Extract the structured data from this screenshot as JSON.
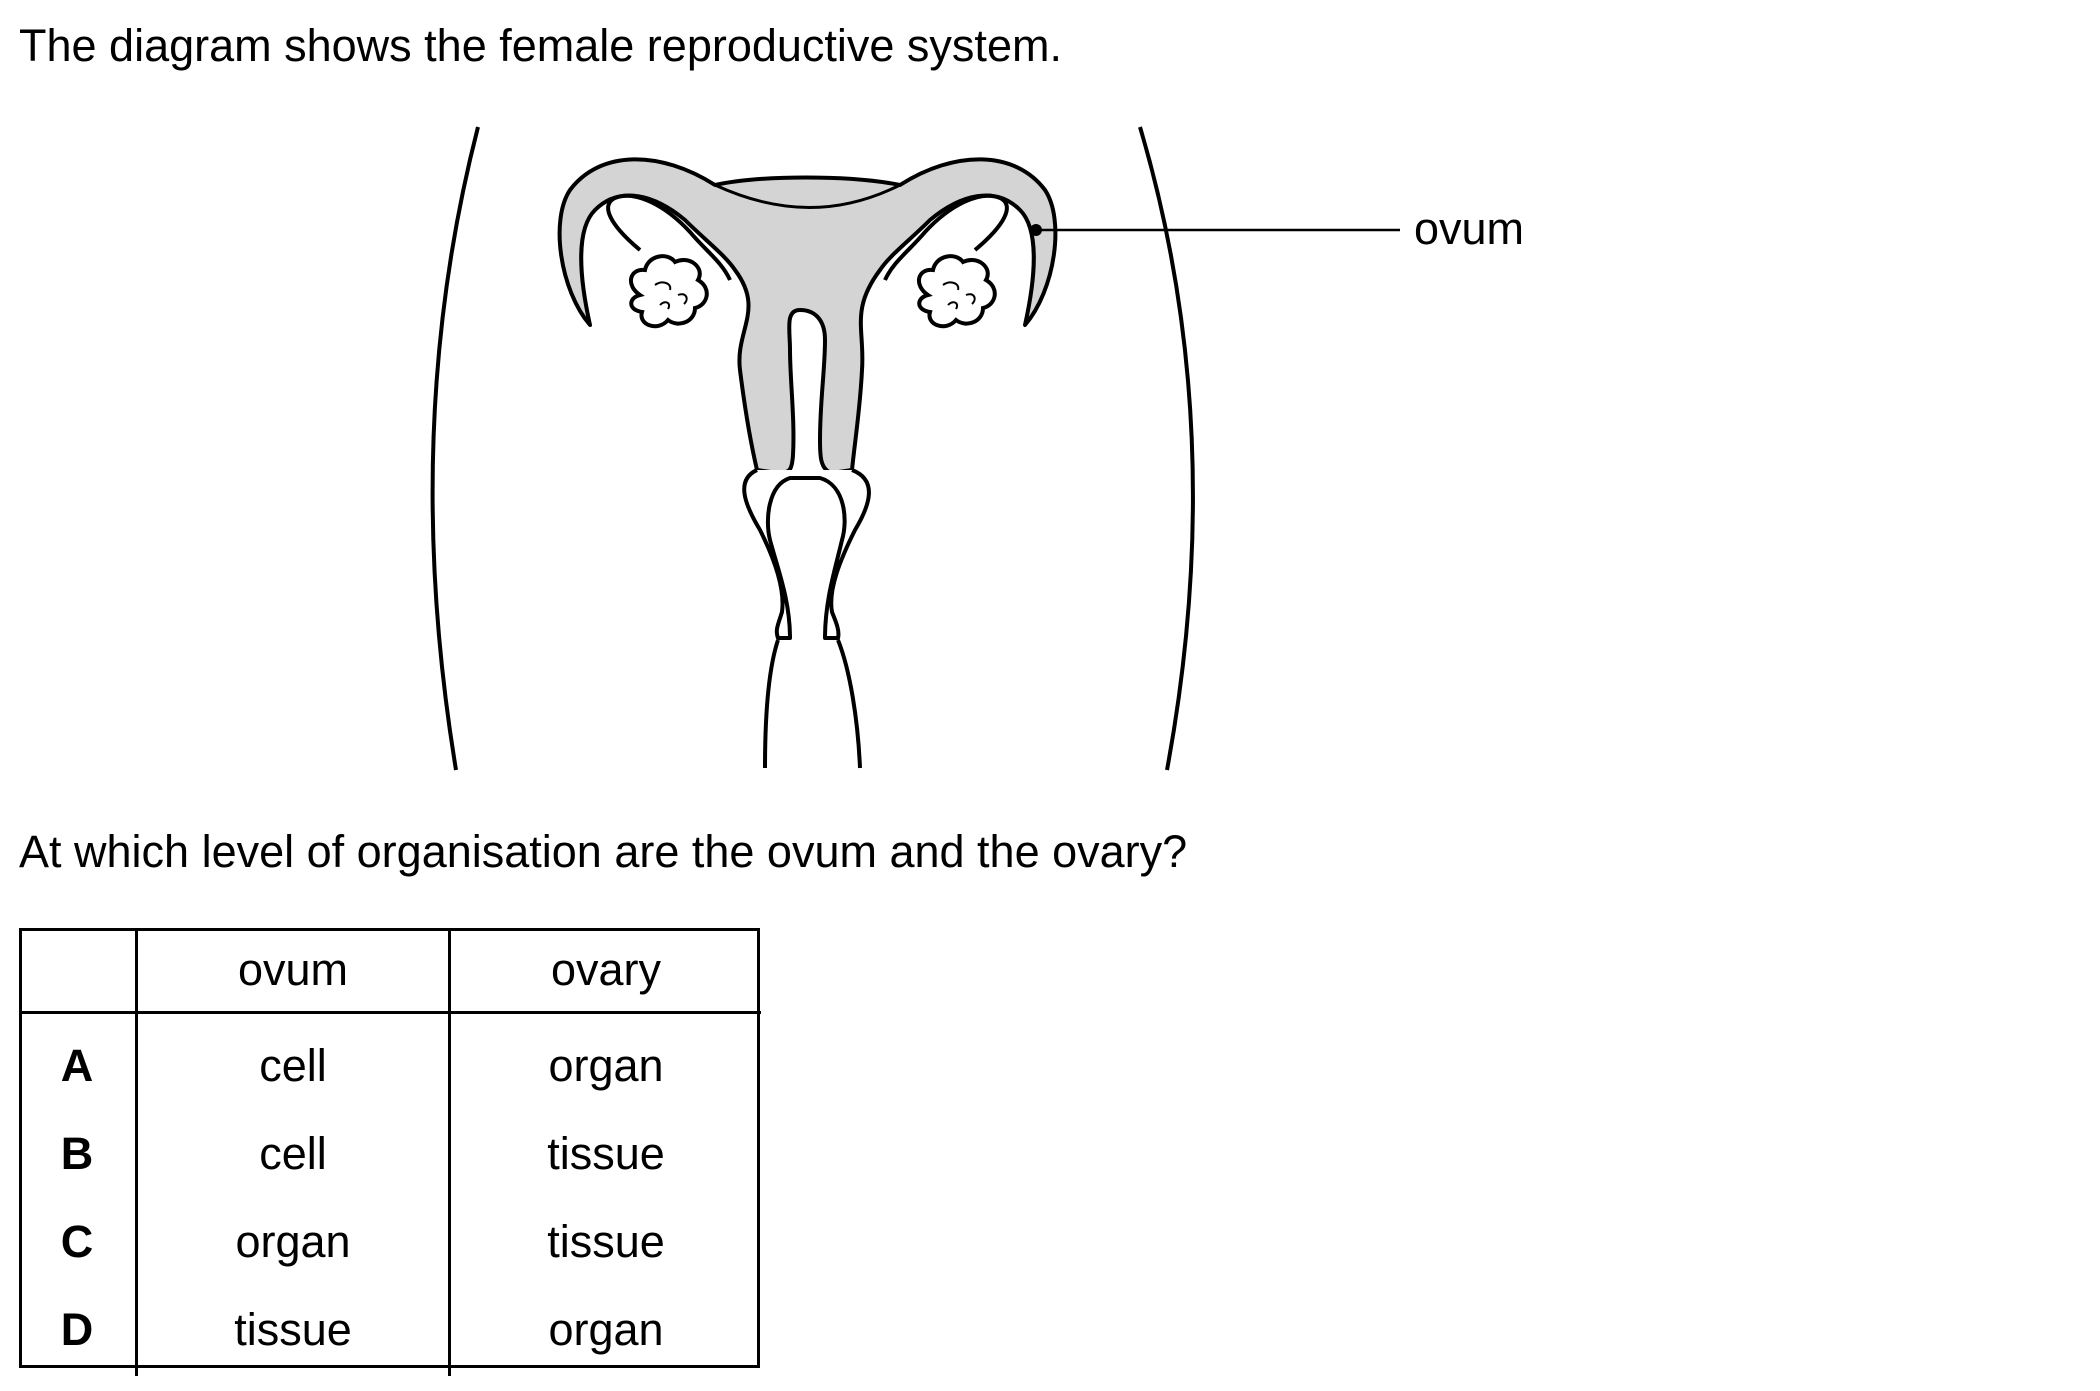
{
  "intro_text": "The diagram shows the female reproductive system.",
  "diagram": {
    "label_ovum": "ovum",
    "tissue_color": "#d4d4d4",
    "line_color": "#000000"
  },
  "question_text": "At which level of organisation are the ovum and the ovary?",
  "table": {
    "headers": [
      "",
      "ovum",
      "ovary"
    ],
    "rows": [
      {
        "letter": "A",
        "ovum": "cell",
        "ovary": "organ"
      },
      {
        "letter": "B",
        "ovum": "cell",
        "ovary": "tissue"
      },
      {
        "letter": "C",
        "ovum": "organ",
        "ovary": "tissue"
      },
      {
        "letter": "D",
        "ovum": "tissue",
        "ovary": "organ"
      }
    ]
  }
}
